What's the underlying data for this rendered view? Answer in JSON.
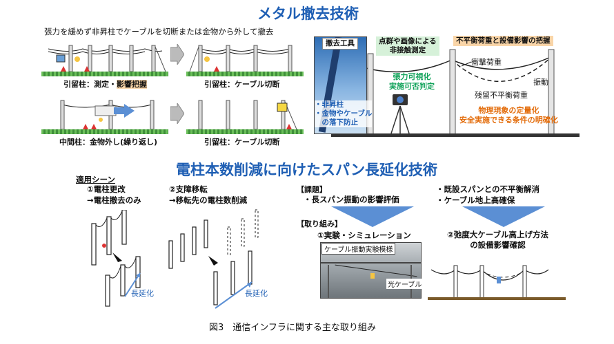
{
  "titles": {
    "metal_removal": "メタル撤去技術",
    "span_extension": "電柱本数削減に向けたスパン長延化技術"
  },
  "top_left": {
    "description": "張力を緩めず非昇柱でケーブルを切断または金物から外して撤去",
    "panels": [
      {
        "label_prefix": "引留柱：",
        "label_main": "測定・",
        "label_highlight": "影響把握"
      },
      {
        "label_prefix": "引留柱：",
        "label_main": "ケーブル切断",
        "label_highlight": ""
      },
      {
        "label_prefix": "中間柱：",
        "label_main": "金物外し(繰り返し)",
        "label_highlight": ""
      },
      {
        "label_prefix": "引留柱：",
        "label_main": "ケーブル切断",
        "label_highlight": ""
      }
    ]
  },
  "top_right": {
    "tool_box_title": "撤去工具",
    "tool_points": [
      "・非昇柱",
      "・金物やケーブル",
      "　の落下防止"
    ],
    "measure_title_1": "点群や画像による",
    "measure_title_2": "非接触測定",
    "tension_1": "張力可視化",
    "tension_2": "実施可否判定",
    "imbalance_title": "不平衡荷重と設備影響の把握",
    "impact_load": "衝撃荷重",
    "vibration": "振動",
    "residual": "残留不平衡荷重",
    "physics_1": "物理現象の定量化",
    "physics_2": "安全実施できる条件の明確化"
  },
  "bottom_left": {
    "scene_title": "適用シーン",
    "scene1_a": "①電柱更改",
    "scene1_b": "→電柱撤去のみ",
    "scene2_a": "②支障移転",
    "scene2_b": "→移転先の電柱数削減",
    "extension_1": "長延化",
    "extension_2": "長延化"
  },
  "bottom_right": {
    "issue_label": "【課題】",
    "issue_1": "・長スパン振動の影響評価",
    "issue_2": "・既設スパンとの不平衡解消",
    "issue_3": "・ケーブル地上高確保",
    "approach_label": "【取り組み】",
    "approach_1": "①実験・シミュレーション",
    "approach_2_a": "②弛度大ケーブル高上げ方法",
    "approach_2_b": "の設備影響確認",
    "photo_label": "ケーブル振動実験模様",
    "optical_cable": "光ケーブル"
  },
  "caption": "図3　通信インフラに関する主な取り組み",
  "colors": {
    "title_blue": "#1f5fb4",
    "green": "#13a35b",
    "orange": "#e36c0a",
    "arrow_blue": "#5b8fd4"
  }
}
